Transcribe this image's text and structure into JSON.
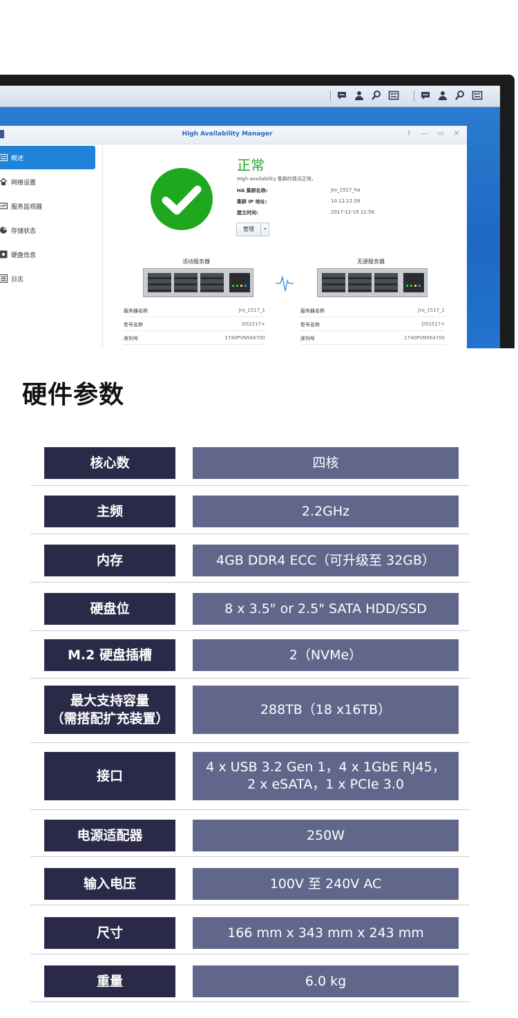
{
  "window": {
    "title": "High Availability Manager",
    "controls": [
      "?",
      "—",
      "▭",
      "✕"
    ]
  },
  "taskbar": {
    "icons": [
      "chat-icon",
      "user-icon",
      "search-icon",
      "widget-icon",
      "chat-icon",
      "user-icon",
      "search-icon",
      "widget-icon"
    ]
  },
  "sidebar": {
    "items": [
      {
        "label": "概述",
        "icon": "overview-icon",
        "active": true
      },
      {
        "label": "网络设置",
        "icon": "network-icon",
        "active": false
      },
      {
        "label": "服务监视器",
        "icon": "service-monitor-icon",
        "active": false
      },
      {
        "label": "存储状态",
        "icon": "storage-icon",
        "active": false
      },
      {
        "label": "硬盘信息",
        "icon": "disk-icon",
        "active": false
      },
      {
        "label": "日志",
        "icon": "log-icon",
        "active": false
      }
    ]
  },
  "overview": {
    "status": "正常",
    "description": "High-availability 集群的情况正常。",
    "info": [
      {
        "label": "HA 集群名称:",
        "value": "Jro_1517_ha"
      },
      {
        "label": "集群 IP 地址:",
        "value": "10.12.12.59"
      },
      {
        "label": "建立时间:",
        "value": "2017-12-15 11:56"
      }
    ],
    "manage_button": "管理",
    "colors": {
      "ok": "#1fa81f",
      "accent": "#1e83d9"
    }
  },
  "servers": [
    {
      "title": "活动服务器",
      "rows": [
        {
          "key": "服务器名称",
          "value": "Jro_1517_1"
        },
        {
          "key": "型号名称",
          "value": "DS1517+"
        },
        {
          "key": "序列号",
          "value": "1740PVN564700"
        }
      ]
    },
    {
      "title": "无源服务器",
      "rows": [
        {
          "key": "服务器名称",
          "value": "Jro_1517_1"
        },
        {
          "key": "型号名称",
          "value": "DS1517+"
        },
        {
          "key": "序列号",
          "value": "1740PVN564700"
        }
      ]
    }
  ],
  "specs": {
    "title": "硬件参数",
    "rows": [
      {
        "label": "核心数",
        "value": "四核"
      },
      {
        "label": "主频",
        "value": "2.2GHz"
      },
      {
        "label": "内存",
        "value": "4GB DDR4 ECC（可升级至 32GB）"
      },
      {
        "label": "硬盘位",
        "value": "8 x 3.5\" or 2.5\" SATA HDD/SSD"
      },
      {
        "label": "M.2 硬盘插槽",
        "value": "2（NVMe）"
      },
      {
        "label": "最大支持容量\n（需搭配扩充装置）",
        "value": "288TB（18 x16TB）"
      },
      {
        "label": "接口",
        "value": "4 x USB 3.2 Gen 1，4 x 1GbE RJ45，\n2 x eSATA，1 x PCIe 3.0"
      },
      {
        "label": "电源适配器",
        "value": "250W"
      },
      {
        "label": "输入电压",
        "value": "100V 至 240V AC"
      },
      {
        "label": "尺寸",
        "value": "166 mm x 343 mm x 243 mm"
      },
      {
        "label": "重量",
        "value": "6.0 kg"
      }
    ],
    "colors": {
      "label_bg": "#2a2a48",
      "value_bg": "#61678b"
    }
  }
}
